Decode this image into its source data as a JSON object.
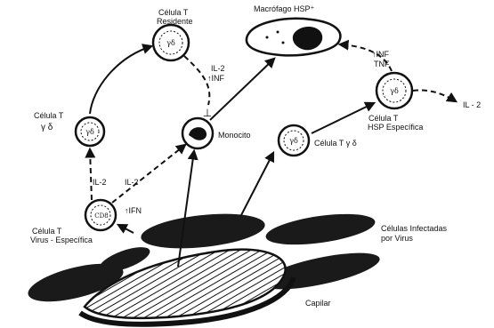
{
  "labels": {
    "cell_t_resident_1": "Célula T",
    "cell_t_resident_2": "Residente",
    "macrophage": "Macrófago HSP⁺",
    "il2_tinf_1": "IL-2",
    "il2_tinf_2": "↑INF",
    "tinf_tnf_1": "↑INF",
    "tinf_tnf_2": "TNF",
    "il2_right": "IL - 2",
    "cell_t_gd_1": "Célula T",
    "cell_t_gd_2": "γ δ",
    "monocyte": "Monocito",
    "cell_t_hsp_1": "Célula T",
    "cell_t_hsp_2": "HSP Específica",
    "cell_t_gd_mid": "Célula T γ δ",
    "il2_left_1": "IL-2",
    "il2_left_2": "IL-2",
    "tifn": "↑IFN",
    "cell_t_virus_1": "Célula T",
    "cell_t_virus_2": "Virus - Específica",
    "infected_1": "Células Infectadas",
    "infected_2": "por Virus",
    "capillary": "Capilar",
    "inhibit": "⊥"
  },
  "cell_glyphs": {
    "resident": "γδ",
    "gd_left": "γδ",
    "gd_mid": "γδ",
    "hsp": "γδ",
    "virus": "CD8"
  },
  "colors": {
    "ink": "#111111",
    "background": "#ffffff"
  }
}
